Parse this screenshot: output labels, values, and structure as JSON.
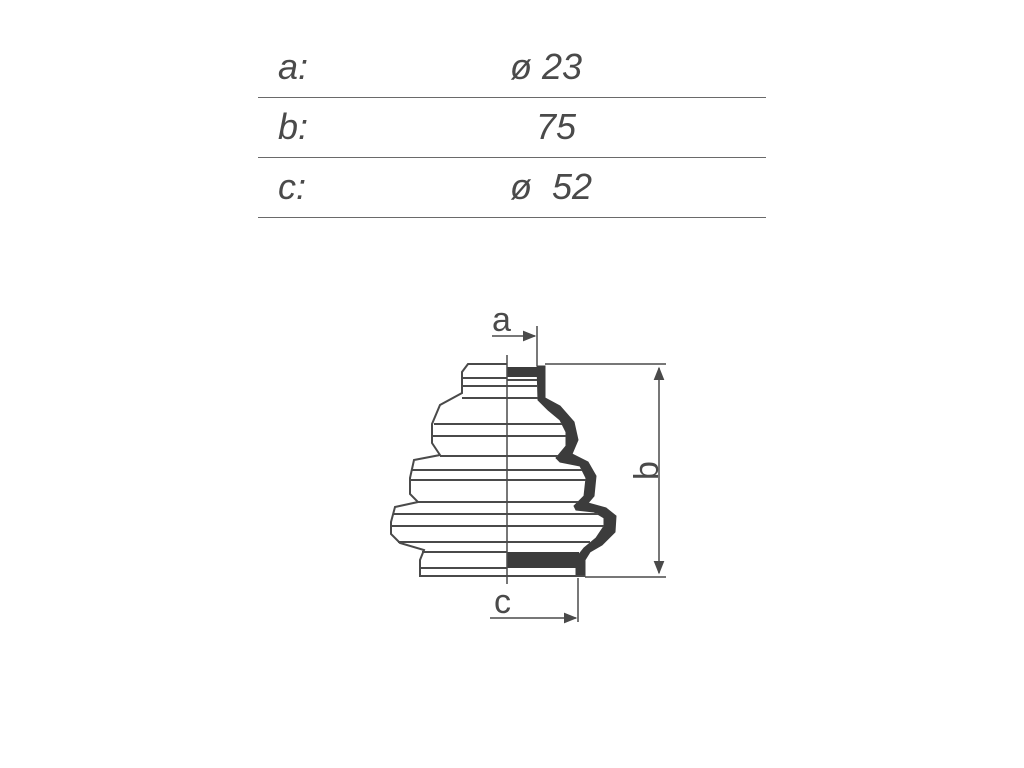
{
  "specs": [
    {
      "label": "a:",
      "value": "ø 23"
    },
    {
      "label": "b:",
      "value": "75"
    },
    {
      "label": "c:",
      "value": "ø  52"
    }
  ],
  "diagram": {
    "label_a": "a",
    "label_b": "b",
    "label_c": "c"
  },
  "colors": {
    "ink": "#4a4a4a",
    "rule": "#6a6a6a",
    "boot_fill": "#3c3c3c"
  }
}
